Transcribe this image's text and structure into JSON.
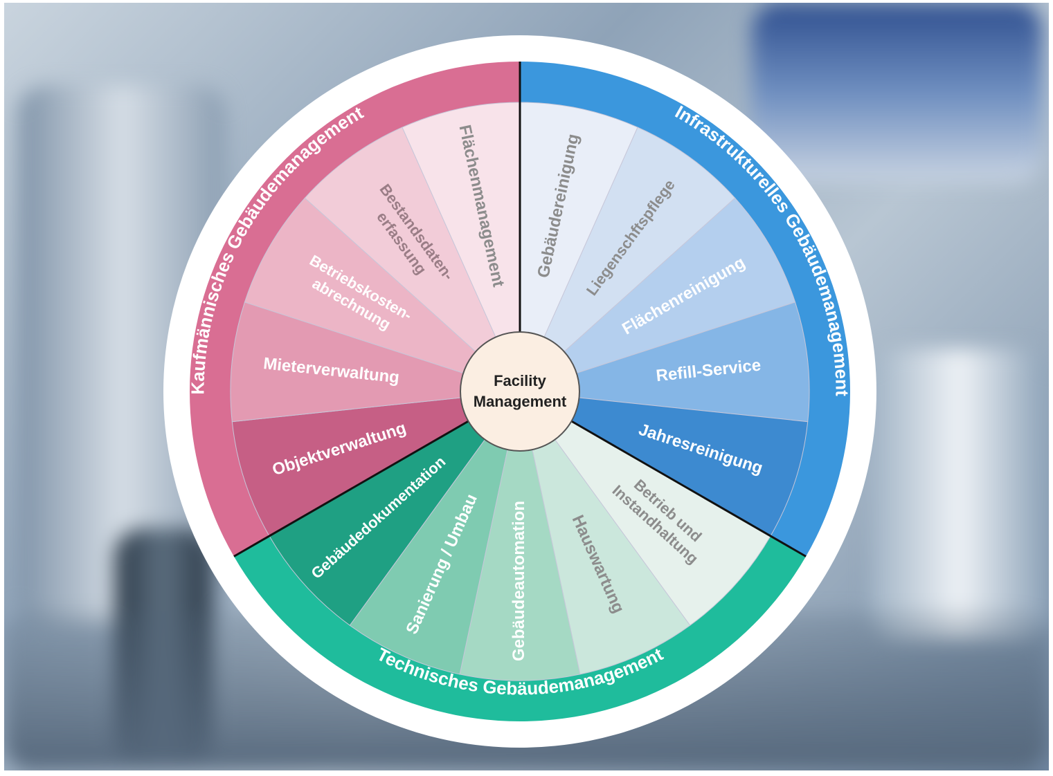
{
  "center": {
    "line1": "Facility",
    "line2": "Management"
  },
  "colors": {
    "kaufmaennisch": "#d96e93",
    "infrastrukturell": "#3b97dd",
    "technisch": "#1fbc9c",
    "center_fill": "#fbeee2"
  },
  "groups": [
    {
      "id": "kaufmaennisch",
      "title": "Kaufmännisches Gebäudemanagement",
      "ring_color": "#d96e93",
      "segments": [
        {
          "lines": [
            "Objektverwaltung"
          ],
          "fill": "#c65f85",
          "text_color": "#ffffff"
        },
        {
          "lines": [
            "Mieterverwaltung"
          ],
          "fill": "#e39ab2",
          "text_color": "#ffffff"
        },
        {
          "lines": [
            "Betriebskosten-",
            "abrechnung"
          ],
          "fill": "#ecb5c6",
          "text_color": "#ffffff"
        },
        {
          "lines": [
            "Bestandsdaten-",
            "erfassung"
          ],
          "fill": "#f2ccd8",
          "text_color": "#9a7d86"
        },
        {
          "lines": [
            "Flächenmanagement"
          ],
          "fill": "#f8e3ea",
          "text_color": "#8c8c8c"
        }
      ]
    },
    {
      "id": "infrastrukturell",
      "title": "Infrastrukturelles Gebäudemanagement",
      "ring_color": "#3b97dd",
      "segments": [
        {
          "lines": [
            "Gebäudereinigung"
          ],
          "fill": "#e9eef8",
          "text_color": "#8c8c8c"
        },
        {
          "lines": [
            "Liegenschftspflege"
          ],
          "fill": "#d2e0f2",
          "text_color": "#8c8c8c"
        },
        {
          "lines": [
            "Flächenreinigung"
          ],
          "fill": "#b4cfee",
          "text_color": "#ffffff"
        },
        {
          "lines": [
            "Refill-Service"
          ],
          "fill": "#85b6e6",
          "text_color": "#ffffff"
        },
        {
          "lines": [
            "Jahresreinigung"
          ],
          "fill": "#3d8ad0",
          "text_color": "#ffffff"
        }
      ]
    },
    {
      "id": "technisch",
      "title": "Technisches Gebäudemanagement",
      "ring_color": "#1fbc9c",
      "segments": [
        {
          "lines": [
            "Betrieb und",
            "Instandhaltung"
          ],
          "fill": "#e6f1ec",
          "text_color": "#8c8c8c"
        },
        {
          "lines": [
            "Hauswartung"
          ],
          "fill": "#cbe7dc",
          "text_color": "#8c8c8c"
        },
        {
          "lines": [
            "Gebäudeautomation"
          ],
          "fill": "#a5d9c4",
          "text_color": "#ffffff"
        },
        {
          "lines": [
            "Sanierung / Umbau"
          ],
          "fill": "#7fcbb1",
          "text_color": "#ffffff"
        },
        {
          "lines": [
            "Gebäudedokumentation"
          ],
          "fill": "#1fa083",
          "text_color": "#ffffff"
        }
      ]
    }
  ]
}
